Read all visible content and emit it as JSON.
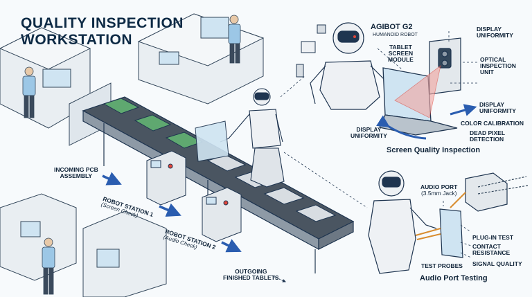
{
  "title_line1": "QUALITY INSPECTION",
  "title_line2": "WORKSTATION",
  "robot_name": "AGIBOT G2",
  "robot_sub": "HUMANOID ROBOT",
  "screen_section": {
    "title": "Screen Quality Inspection",
    "tablet_module": [
      "TABLET",
      "SCREEN",
      "MODULE"
    ],
    "display_uniformity_top": [
      "DISPLAY",
      "UNIFORMITY"
    ],
    "optical_unit": [
      "OPTICAL",
      "INSPECTION",
      "UNIT"
    ],
    "display_uniformity_right": [
      "DISPLAY",
      "UNIFORMITY"
    ],
    "color_calibration": "COLOR CALIBRATION",
    "dead_pixel": [
      "DEAD PIXEL",
      "DETECTION"
    ],
    "display_uniformity_left": [
      "DISPLAY",
      "UNIFORMITY"
    ]
  },
  "audio_section": {
    "title": "Audio Port Testing",
    "audio_port": "AUDIO PORT",
    "audio_port_sub": "(3.5mm Jack)",
    "plug_in": "PLUG-IN TEST",
    "contact": [
      "CONTACT",
      "RESISTANCE"
    ],
    "signal": "SIGNAL QUALITY",
    "probes": "TEST PROBES"
  },
  "flow": {
    "incoming": [
      "INCOMING PCB",
      "ASSEMBLY"
    ],
    "station1": "ROBOT STATION 1",
    "station1_sub": "(Screen Check)",
    "station2": "ROBOT STATION 2",
    "station2_sub": "(Audio Check)",
    "outgoing": [
      "OUTGOING",
      "FINISHED TABLETS"
    ]
  },
  "colors": {
    "ink": "#0f2338",
    "accent_blue": "#2a5db0",
    "laser_red": "#e0463b",
    "screen_blue": "#cfe4f2",
    "metal": "#d7dde3",
    "shirt": "#9cc7e6"
  }
}
